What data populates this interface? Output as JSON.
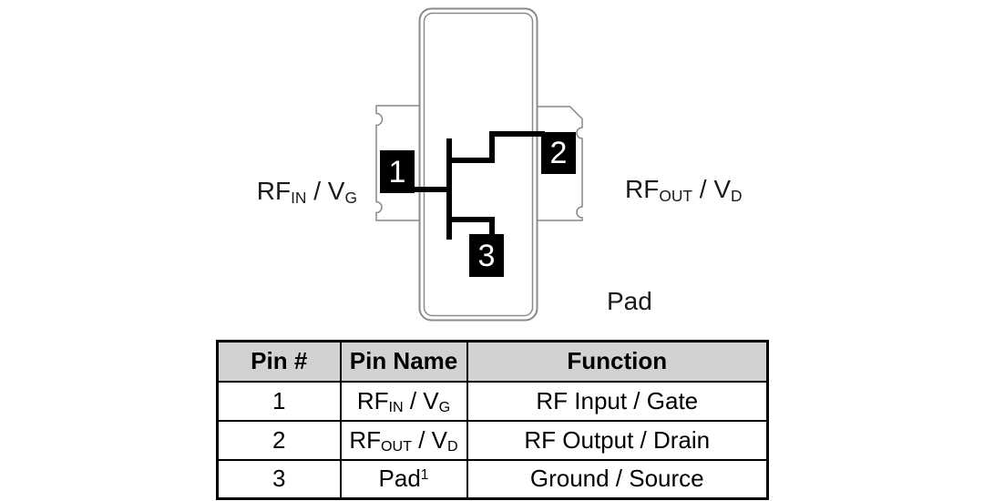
{
  "diagram": {
    "pin_markers": [
      {
        "number": "1"
      },
      {
        "number": "2"
      },
      {
        "number": "3"
      }
    ],
    "left_label": {
      "t1": "RF",
      "s1": "IN",
      "t2": " / V",
      "s2": "G"
    },
    "right_label": {
      "t1": "RF",
      "s1": "OUT",
      "t2": " / V",
      "s2": "D"
    },
    "pad_label": "Pad"
  },
  "table": {
    "headers": [
      "Pin #",
      "Pin Name",
      "Function"
    ],
    "rows": [
      {
        "pin": "1",
        "name": {
          "t1": "RF",
          "s1": "IN",
          "t2": " / V",
          "s2": "G"
        },
        "function": "RF Input / Gate"
      },
      {
        "pin": "2",
        "name": {
          "t1": "RF",
          "s1": "OUT",
          "t2": " / V",
          "s2": "D"
        },
        "function": "RF Output / Drain"
      },
      {
        "pin": "3",
        "name": {
          "t1": "Pad",
          "sup1": "1"
        },
        "function": "Ground / Source"
      }
    ]
  },
  "colors": {
    "line_black": "#000000",
    "package_outline": "#8a8a8a",
    "tab_outline": "#878787",
    "table_header_fill": "#d2d2d2"
  }
}
